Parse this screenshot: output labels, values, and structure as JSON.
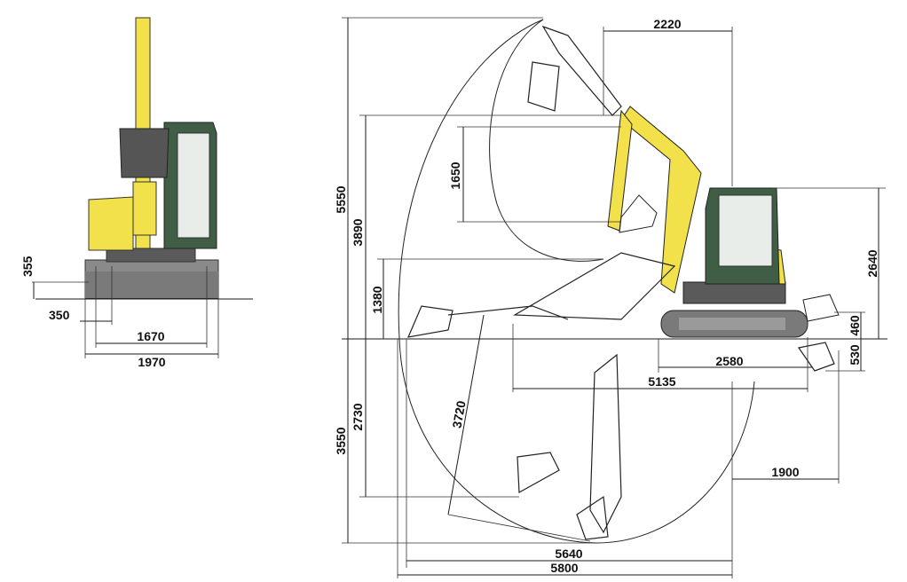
{
  "colors": {
    "machine_yellow": "#f2e14a",
    "cab_green": "#3f5e45",
    "track_gray": "#8a8a8a",
    "line": "#1a1a1a",
    "background": "#ffffff"
  },
  "front_view": {
    "dims": {
      "d355": "355",
      "d350": "350",
      "d1670": "1670",
      "d1970": "1970"
    }
  },
  "side_view": {
    "dims": {
      "d2220": "2220",
      "d5550": "5550",
      "d3890": "3890",
      "d1650": "1650",
      "d1380": "1380",
      "d2640": "2640",
      "d460": "460",
      "d530": "530",
      "d2580": "2580",
      "d5135": "5135",
      "d3720": "3720",
      "d2730": "2730",
      "d3550": "3550",
      "d1900": "1900",
      "d5640": "5640",
      "d5800": "5800"
    }
  }
}
